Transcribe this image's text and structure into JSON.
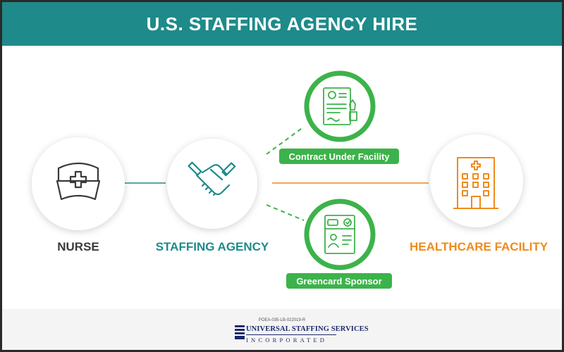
{
  "header": {
    "title": "U.S. STAFFING AGENCY HIRE"
  },
  "nodes": {
    "nurse": {
      "label": "NURSE",
      "color": "#3a3a3a",
      "icon": "nurse-cap-icon"
    },
    "agency": {
      "label": "STAFFING AGENCY",
      "color": "#1f8a8a",
      "icon": "handshake-icon"
    },
    "facility": {
      "label": "HEALTHCARE FACILITY",
      "color": "#f08a1c",
      "icon": "hospital-building-icon"
    },
    "contract": {
      "label": "Contract Under Facility",
      "color": "#3cb34a",
      "icon": "contract-document-icon"
    },
    "greencard": {
      "label": "Greencard Sponsor",
      "color": "#3cb34a",
      "icon": "id-card-icon"
    }
  },
  "footer": {
    "permit": "POEA-035-LB-022019-R",
    "company": "UNIVERSAL STAFFING SERVICES",
    "company_sub": "INCORPORATED",
    "logo": "flag-logo-icon"
  }
}
